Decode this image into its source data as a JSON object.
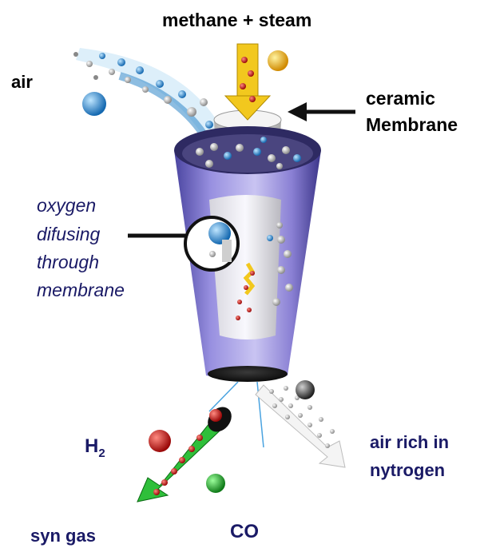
{
  "labels": {
    "methane_steam": "methane + steam",
    "air": "air",
    "ceramic": "ceramic",
    "membrane_word": "Membrane",
    "oxygen_lines": [
      "oxygen",
      "difusing",
      "through",
      "membrane"
    ],
    "h2_base": "H",
    "h2_sub": "2",
    "air_rich_1": "air rich in",
    "air_rich_2": "nytrogen",
    "syn_gas": "syn gas",
    "co": "CO"
  },
  "colors": {
    "label_black": "#000000",
    "label_navy": "#1a1a66",
    "cone_body": "#8e86d8",
    "cone_shadow": "#3f3a8a",
    "methane_arrow": "#f2c81e",
    "air_stream": "#2f86c8",
    "syn_gas_arrow": "#2fbf3a",
    "hydrogen_ball": "#d01818",
    "co_ball": "#1fa02a",
    "nitrogen_ball": "#555555"
  }
}
